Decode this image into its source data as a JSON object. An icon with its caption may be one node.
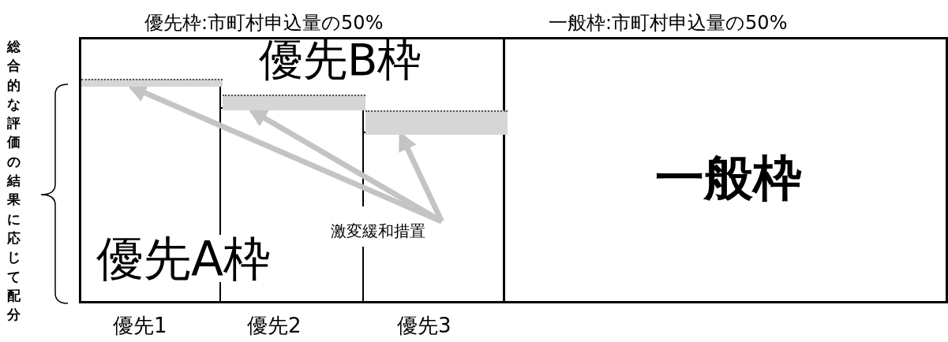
{
  "diagram": {
    "nodes": [
      {
        "text": [
          "優先枠:市町村申込量の50%"
        ]
      },
      {
        "text": [
          "一般枠:市町村申込量の50%",
          "一般枠"
        ]
      },
      {
        "text": [],
        "shape": "bar",
        "in": 0
      },
      {
        "text": [],
        "shape": "bar",
        "in": 0
      },
      {
        "text": [],
        "shape": "bar",
        "in": 0
      },
      {
        "text": [
          "激変緩和措置"
        ],
        "in": 0
      }
    ],
    "edges": [
      {
        "from": 5,
        "to": 2,
        "arrow": "to"
      },
      {
        "from": 5,
        "to": 3,
        "arrow": "to"
      },
      {
        "from": 5,
        "to": 4,
        "arrow": "to"
      }
    ],
    "labels": [
      "総合的な評価の結果に応じて配分",
      "優先B枠",
      "優先A枠",
      "優先1",
      "優先2",
      "優先3"
    ]
  }
}
